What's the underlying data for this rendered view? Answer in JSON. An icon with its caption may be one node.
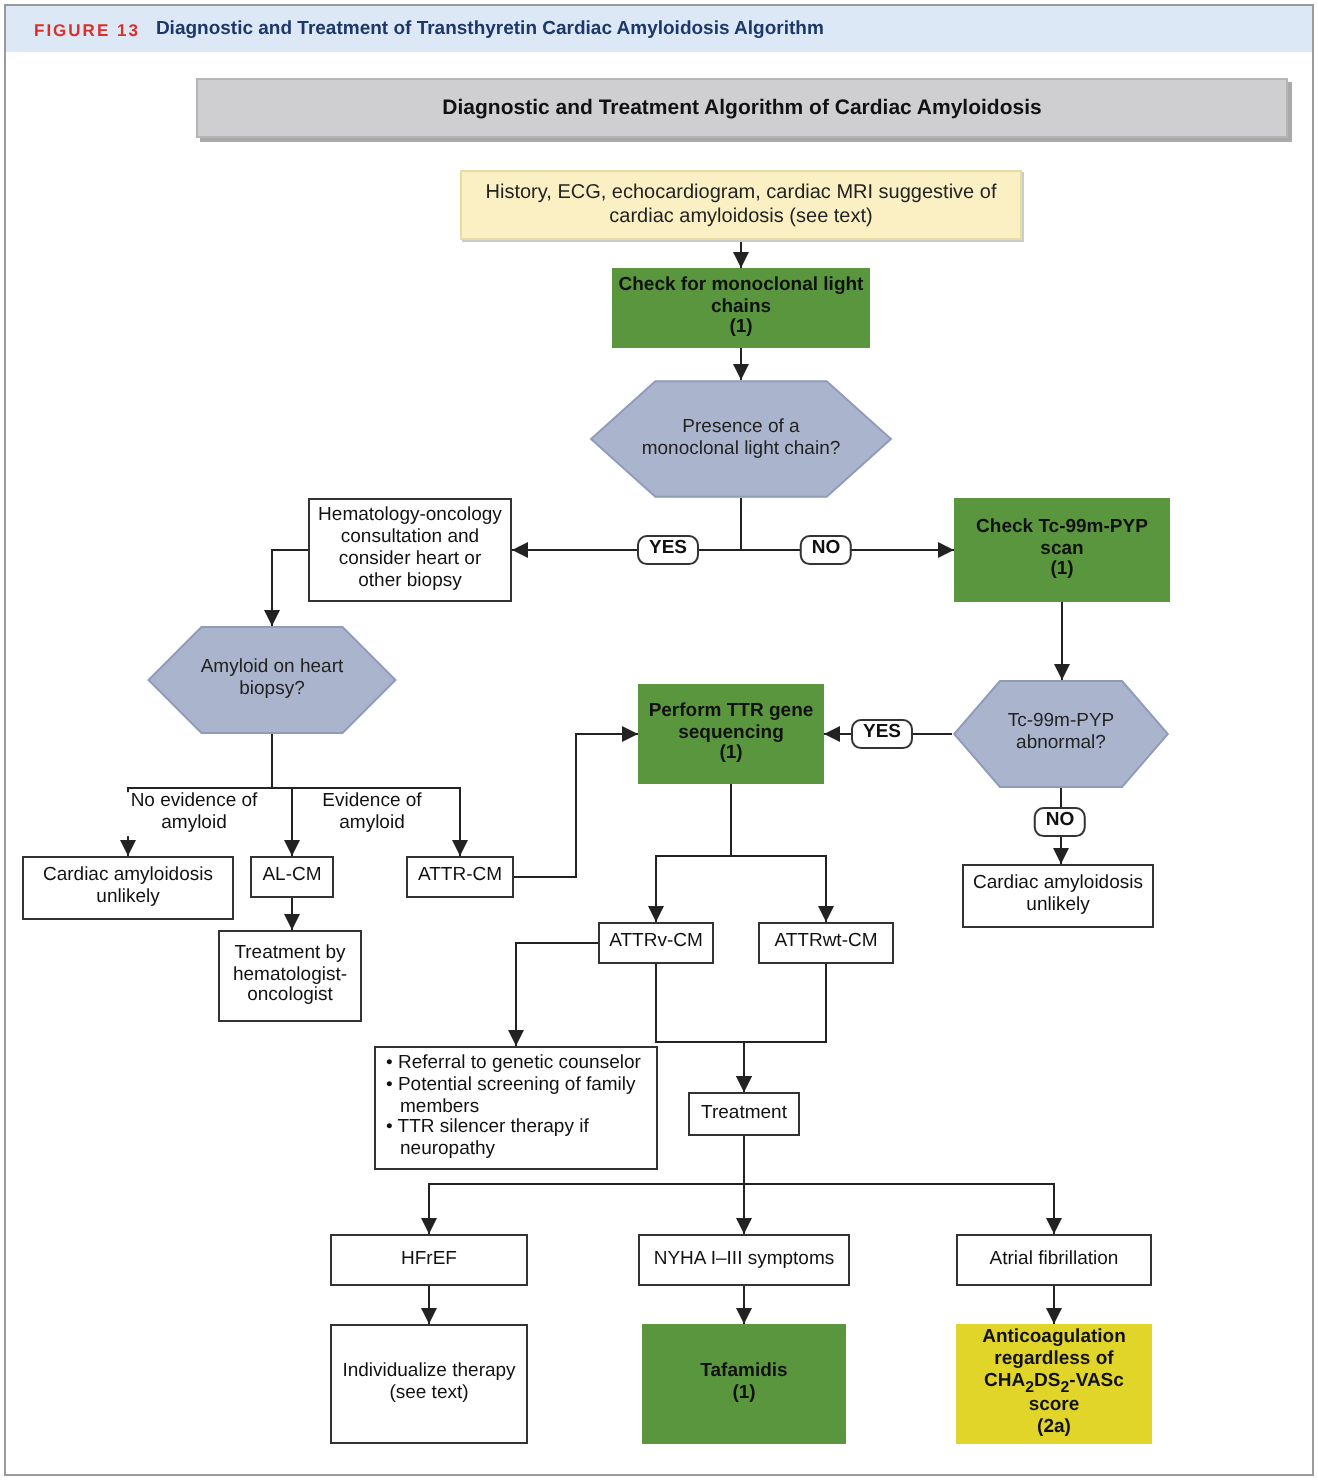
{
  "diagram": {
    "title": "Diagnostic and Treatment of Transthyretin Cardiac Amyloidosis Algorithm",
    "nodes": [
      {
        "text": [
          "Diagnostic and Treatment Algorithm of Cardiac Amyloidosis"
        ]
      },
      {
        "text": [
          "History, ECG, echocardiogram, cardiac MRI suggestive of cardiac amyloidosis (see text)"
        ]
      },
      {
        "text": [
          "Check for monoclonal light chains",
          "(1)"
        ]
      },
      {
        "text": [
          "Presence of a monoclonal light chain?"
        ]
      },
      {
        "text": [
          "Hematology-oncology consultation and consider heart or other biopsy"
        ]
      },
      {
        "text": [
          "Check Tc-99m-PYP scan",
          "(1)"
        ]
      },
      {
        "text": [
          "Amyloid on heart biopsy?"
        ]
      },
      {
        "text": [
          "Perform TTR gene sequencing",
          "(1)"
        ]
      },
      {
        "text": [
          "Tc-99m-PYP abnormal?"
        ]
      },
      {
        "text": [
          "Cardiac amyloidosis unlikely"
        ]
      },
      {
        "text": [
          "AL-CM"
        ]
      },
      {
        "text": [
          "ATTR-CM"
        ]
      },
      {
        "text": [
          "Cardiac amyloidosis unlikely"
        ]
      },
      {
        "text": [
          "Treatment by hematologist-oncologist"
        ]
      },
      {
        "text": [
          "ATTRv-CM"
        ]
      },
      {
        "text": [
          "ATTRwt-CM"
        ]
      },
      {
        "text": [
          "• Referral to genetic counselor",
          "• Potential screening of family members",
          "• TTR silencer therapy if neuropathy"
        ]
      },
      {
        "text": [
          "Treatment"
        ]
      },
      {
        "text": [
          "HFrEF"
        ]
      },
      {
        "text": [
          "NYHA I–III symptoms"
        ]
      },
      {
        "text": [
          "Atrial fibrillation"
        ]
      },
      {
        "text": [
          "Individualize therapy (see text)"
        ]
      },
      {
        "text": [
          "Tafamidis",
          "(1)"
        ]
      },
      {
        "text": [
          "Anticoagulation regardless of CHA$_{2}$DS$_{2}$-VASc score",
          "(2a)"
        ]
      }
    ],
    "edges": [
      {
        "from": 1,
        "to": 2,
        "arrow": "to"
      },
      {
        "from": 2,
        "to": 3,
        "arrow": "to"
      },
      {
        "from": 3,
        "to": 4,
        "arrow": "to",
        "label": "YES"
      },
      {
        "from": 3,
        "to": 5,
        "arrow": "to",
        "label": "NO"
      },
      {
        "from": 4,
        "to": 6,
        "arrow": "to"
      },
      {
        "from": 6,
        "to": 9,
        "arrow": "to",
        "label": "No evidence of amyloid"
      },
      {
        "from": 6,
        "to": 10,
        "arrow": "to"
      },
      {
        "from": 6,
        "to": 11,
        "arrow": "to",
        "label": "Evidence of amyloid"
      },
      {
        "from": 10,
        "to": 13,
        "arrow": "to"
      },
      {
        "from": 11,
        "to": 7,
        "arrow": "to"
      },
      {
        "from": 5,
        "to": 8,
        "arrow": "to"
      },
      {
        "from": 8,
        "to": 7,
        "arrow": "to",
        "label": "YES"
      },
      {
        "from": 8,
        "to": 12,
        "arrow": "to",
        "label": "NO"
      },
      {
        "from": 7,
        "to": 14,
        "arrow": "to"
      },
      {
        "from": 7,
        "to": 15,
        "arrow": "to"
      },
      {
        "from": 14,
        "to": 16,
        "arrow": "to"
      },
      {
        "from": 14,
        "to": 17,
        "arrow": "to"
      },
      {
        "from": 15,
        "to": 17,
        "arrow": "to"
      },
      {
        "from": 17,
        "to": 18,
        "arrow": "to"
      },
      {
        "from": 17,
        "to": 19,
        "arrow": "to"
      },
      {
        "from": 17,
        "to": 20,
        "arrow": "to"
      },
      {
        "from": 18,
        "to": 21,
        "arrow": "to"
      },
      {
        "from": 19,
        "to": 22,
        "arrow": "to"
      },
      {
        "from": 20,
        "to": 23,
        "arrow": "to"
      }
    ],
    "labels": [
      "FIGURE 13"
    ]
  }
}
